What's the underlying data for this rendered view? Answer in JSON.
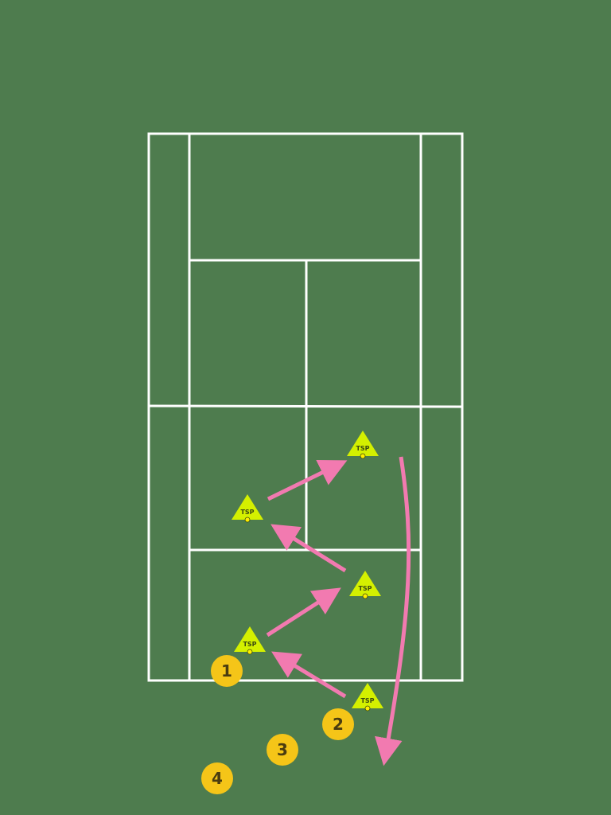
{
  "diagram": {
    "colors": {
      "background": "#4e7c4e",
      "court_lines": "#ffffff",
      "cone_fill": "#d4f000",
      "cone_dot": "#ffee00",
      "player_fill": "#f5c518",
      "arrow": "#f27ab0"
    },
    "cones": [
      {
        "id": "cone-1",
        "label": "TSP"
      },
      {
        "id": "cone-2",
        "label": "TSP"
      },
      {
        "id": "cone-3",
        "label": "TSP"
      },
      {
        "id": "cone-4",
        "label": "TSP"
      },
      {
        "id": "cone-5",
        "label": "TSP"
      }
    ],
    "players": [
      {
        "id": "player-1",
        "label": "1"
      },
      {
        "id": "player-2",
        "label": "2"
      },
      {
        "id": "player-3",
        "label": "3"
      },
      {
        "id": "player-4",
        "label": "4"
      }
    ],
    "arrows": [
      {
        "id": "arrow-1",
        "from": "cone-5",
        "to": "cone-4",
        "shape": "straight"
      },
      {
        "id": "arrow-2",
        "from": "cone-4",
        "to": "cone-3",
        "shape": "straight"
      },
      {
        "id": "arrow-3",
        "from": "cone-3",
        "to": "cone-2",
        "shape": "straight"
      },
      {
        "id": "arrow-4",
        "from": "cone-2",
        "to": "cone-1",
        "shape": "straight"
      },
      {
        "id": "arrow-5",
        "from": "cone-1",
        "to": "baseline",
        "shape": "curved"
      }
    ]
  }
}
